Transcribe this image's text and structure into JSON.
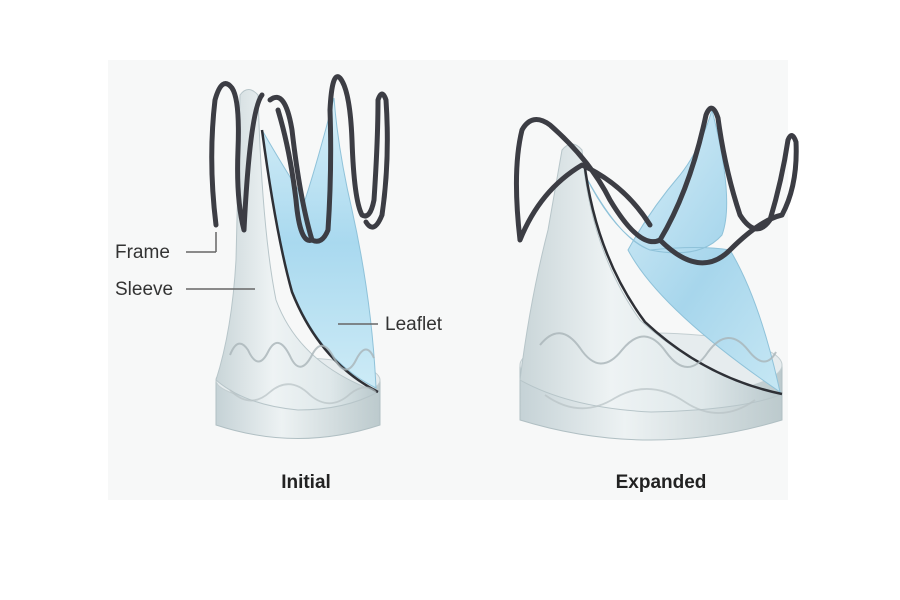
{
  "labels": {
    "frame": "Frame",
    "sleeve": "Sleeve",
    "leaflet": "Leaflet"
  },
  "captions": {
    "initial": "Initial",
    "expanded": "Expanded"
  },
  "colors": {
    "frame": "#3c3d44",
    "sleeve": "#dde6e8",
    "leaflet": "#b8dff0",
    "leader": "#666666"
  }
}
